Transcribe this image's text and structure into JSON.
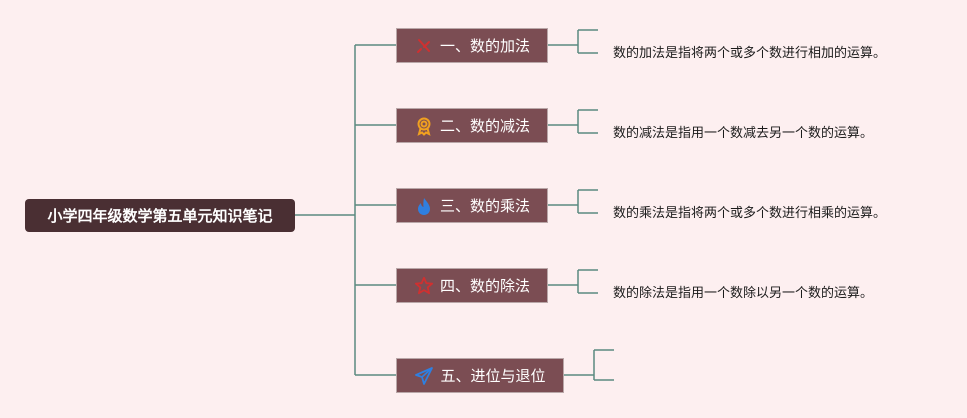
{
  "root": {
    "label": "小学四年级数学第五单元知识笔记"
  },
  "branches": [
    {
      "label": "一、数的加法",
      "icon": "swords-icon",
      "icon_color": "#d03030",
      "leaf": "数的加法是指将两个或多个数进行相加的运算。"
    },
    {
      "label": "二、数的减法",
      "icon": "award-ribbon-icon",
      "icon_color": "#f0a020",
      "leaf": "数的减法是指用一个数减去另一个数的运算。"
    },
    {
      "label": "三、数的乘法",
      "icon": "flame-icon",
      "icon_color": "#2f7fe0",
      "leaf": "数的乘法是指将两个或多个数进行相乘的运算。"
    },
    {
      "label": "四、数的除法",
      "icon": "star-outline-icon",
      "icon_color": "#d03030",
      "leaf": "数的除法是指用一个数除以另一个数的运算。"
    },
    {
      "label": "五、进位与退位",
      "icon": "paper-plane-icon",
      "icon_color": "#2f7fe0",
      "leaf": ""
    }
  ],
  "colors": {
    "connector": "#5b8a80",
    "background": "#fdeff0"
  }
}
